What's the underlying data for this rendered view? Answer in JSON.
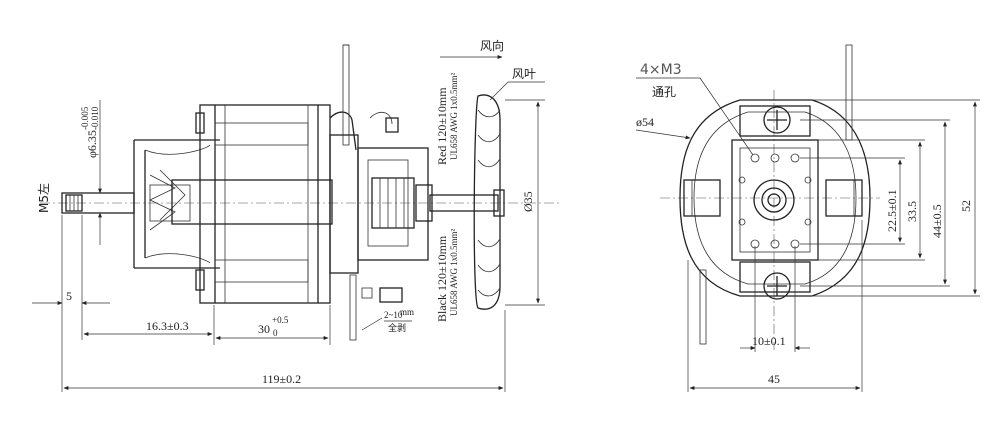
{
  "side_view": {
    "wind_direction": "风向",
    "fan_blade": "风叶",
    "shaft_diameter": "φ6.35",
    "shaft_tol_upper": "-0.005",
    "shaft_tol_lower": "-0.010",
    "thread": "M5左",
    "red_lead": "Red 120±10mm",
    "red_lead_spec": "UL658 AWG 1x0.5mm²",
    "black_lead": "Black 120±10mm",
    "black_lead_spec": "UL658 AWG 1x0.5mm²",
    "fan_diameter": "Ø35",
    "strip_top": "2~10",
    "strip_unit": "mm",
    "strip_bottom": "全剥",
    "dim_5": "5",
    "dim_16_3": "16.3±0.3",
    "dim_30": "30",
    "dim_30_tol_upper": "+0.5",
    "dim_30_tol_lower": "0",
    "dim_119": "119±0.2"
  },
  "front_view": {
    "holes_label": "4×M3",
    "through_hole": "通孔",
    "outer_diameter": "ø54",
    "dim_22_5": "22.5±0.1",
    "dim_33_5": "33.5",
    "dim_44": "44±0.5",
    "dim_52": "52",
    "dim_10": "10±0.1",
    "dim_45": "45"
  }
}
